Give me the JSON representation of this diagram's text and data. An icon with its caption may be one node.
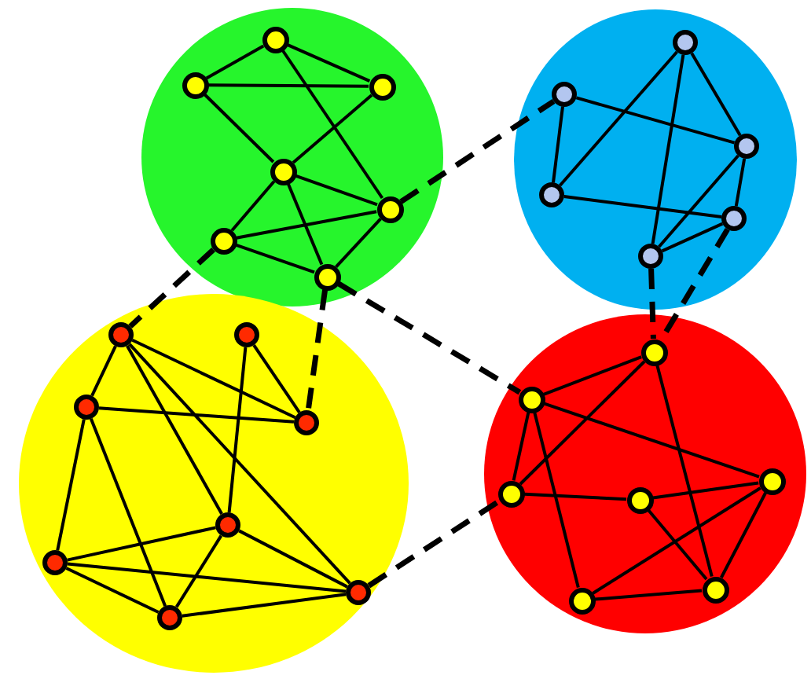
{
  "diagram": {
    "nodes": [
      {
        "text": [],
        "shape": "circle"
      },
      {
        "text": [],
        "shape": "circle",
        "in": 0
      },
      {
        "text": [],
        "shape": "circle",
        "in": 0
      },
      {
        "text": [],
        "shape": "circle",
        "in": 0
      },
      {
        "text": [],
        "shape": "circle",
        "in": 0
      },
      {
        "text": [],
        "shape": "circle",
        "in": 0
      },
      {
        "text": [],
        "shape": "circle",
        "in": 0
      },
      {
        "text": [],
        "shape": "circle",
        "in": 0
      },
      {
        "text": [],
        "shape": "circle"
      },
      {
        "text": [],
        "shape": "circle",
        "in": 8
      },
      {
        "text": [],
        "shape": "circle",
        "in": 8
      },
      {
        "text": [],
        "shape": "circle",
        "in": 8
      },
      {
        "text": [],
        "shape": "circle",
        "in": 8
      },
      {
        "text": [],
        "shape": "circle",
        "in": 8
      },
      {
        "text": [],
        "shape": "circle",
        "in": 8
      },
      {
        "text": [],
        "shape": "circle"
      },
      {
        "text": [],
        "shape": "circle",
        "in": 15
      },
      {
        "text": [],
        "shape": "circle",
        "in": 15
      },
      {
        "text": [],
        "shape": "circle",
        "in": 15
      },
      {
        "text": [],
        "shape": "circle",
        "in": 15
      },
      {
        "text": [],
        "shape": "circle",
        "in": 15
      },
      {
        "text": [],
        "shape": "circle",
        "in": 15
      },
      {
        "text": [],
        "shape": "circle",
        "in": 15
      },
      {
        "text": [],
        "shape": "circle",
        "in": 15
      },
      {
        "text": [],
        "shape": "circle"
      },
      {
        "text": [],
        "shape": "circle",
        "in": 24
      },
      {
        "text": [],
        "shape": "circle",
        "in": 24
      },
      {
        "text": [],
        "shape": "circle",
        "in": 24
      },
      {
        "text": [],
        "shape": "circle",
        "in": 24
      },
      {
        "text": [],
        "shape": "circle",
        "in": 24
      },
      {
        "text": [],
        "shape": "circle",
        "in": 24
      },
      {
        "text": [],
        "shape": "circle",
        "in": 24
      }
    ],
    "edges": [
      {
        "from": 1,
        "to": 2,
        "arrow": "none"
      },
      {
        "from": 1,
        "to": 3,
        "arrow": "none"
      },
      {
        "from": 1,
        "to": 5,
        "arrow": "none"
      },
      {
        "from": 2,
        "to": 3,
        "arrow": "none"
      },
      {
        "from": 2,
        "to": 4,
        "arrow": "none"
      },
      {
        "from": 3,
        "to": 4,
        "arrow": "none"
      },
      {
        "from": 4,
        "to": 5,
        "arrow": "none"
      },
      {
        "from": 4,
        "to": 6,
        "arrow": "none"
      },
      {
        "from": 4,
        "to": 7,
        "arrow": "none"
      },
      {
        "from": 6,
        "to": 5,
        "arrow": "none"
      },
      {
        "from": 6,
        "to": 7,
        "arrow": "none"
      },
      {
        "from": 5,
        "to": 7,
        "arrow": "none"
      },
      {
        "from": 9,
        "to": 12,
        "arrow": "none"
      },
      {
        "from": 9,
        "to": 11,
        "arrow": "none"
      },
      {
        "from": 9,
        "to": 14,
        "arrow": "none"
      },
      {
        "from": 10,
        "to": 11,
        "arrow": "none"
      },
      {
        "from": 10,
        "to": 12,
        "arrow": "none"
      },
      {
        "from": 12,
        "to": 13,
        "arrow": "none"
      },
      {
        "from": 11,
        "to": 13,
        "arrow": "none"
      },
      {
        "from": 11,
        "to": 14,
        "arrow": "none"
      },
      {
        "from": 13,
        "to": 14,
        "arrow": "none"
      },
      {
        "from": 16,
        "to": 18,
        "arrow": "none"
      },
      {
        "from": 16,
        "to": 19,
        "arrow": "none"
      },
      {
        "from": 16,
        "to": 20,
        "arrow": "none"
      },
      {
        "from": 16,
        "to": 22,
        "arrow": "none"
      },
      {
        "from": 17,
        "to": 19,
        "arrow": "none"
      },
      {
        "from": 17,
        "to": 20,
        "arrow": "none"
      },
      {
        "from": 18,
        "to": 19,
        "arrow": "none"
      },
      {
        "from": 18,
        "to": 21,
        "arrow": "none"
      },
      {
        "from": 18,
        "to": 23,
        "arrow": "none"
      },
      {
        "from": 21,
        "to": 20,
        "arrow": "none"
      },
      {
        "from": 21,
        "to": 23,
        "arrow": "none"
      },
      {
        "from": 21,
        "to": 22,
        "arrow": "none"
      },
      {
        "from": 20,
        "to": 23,
        "arrow": "none"
      },
      {
        "from": 20,
        "to": 22,
        "arrow": "none"
      },
      {
        "from": 23,
        "to": 22,
        "arrow": "none"
      },
      {
        "from": 25,
        "to": 26,
        "arrow": "none"
      },
      {
        "from": 25,
        "to": 28,
        "arrow": "none"
      },
      {
        "from": 25,
        "to": 30,
        "arrow": "none"
      },
      {
        "from": 26,
        "to": 28,
        "arrow": "none"
      },
      {
        "from": 26,
        "to": 27,
        "arrow": "none"
      },
      {
        "from": 26,
        "to": 31,
        "arrow": "none"
      },
      {
        "from": 28,
        "to": 29,
        "arrow": "none"
      },
      {
        "from": 29,
        "to": 27,
        "arrow": "none"
      },
      {
        "from": 29,
        "to": 30,
        "arrow": "none"
      },
      {
        "from": 27,
        "to": 31,
        "arrow": "none"
      },
      {
        "from": 27,
        "to": 30,
        "arrow": "none"
      },
      {
        "from": 31,
        "to": 30,
        "arrow": "none"
      },
      {
        "from": 6,
        "to": 16,
        "arrow": "none",
        "style": "dashed"
      },
      {
        "from": 5,
        "to": 10,
        "arrow": "none",
        "style": "dashed"
      },
      {
        "from": 7,
        "to": 19,
        "arrow": "none",
        "style": "dashed"
      },
      {
        "from": 7,
        "to": 26,
        "arrow": "none",
        "style": "dashed"
      },
      {
        "from": 14,
        "to": 25,
        "arrow": "none",
        "style": "dashed"
      },
      {
        "from": 13,
        "to": 25,
        "arrow": "none",
        "style": "dashed"
      },
      {
        "from": 22,
        "to": 28,
        "arrow": "none",
        "style": "dashed"
      }
    ]
  }
}
